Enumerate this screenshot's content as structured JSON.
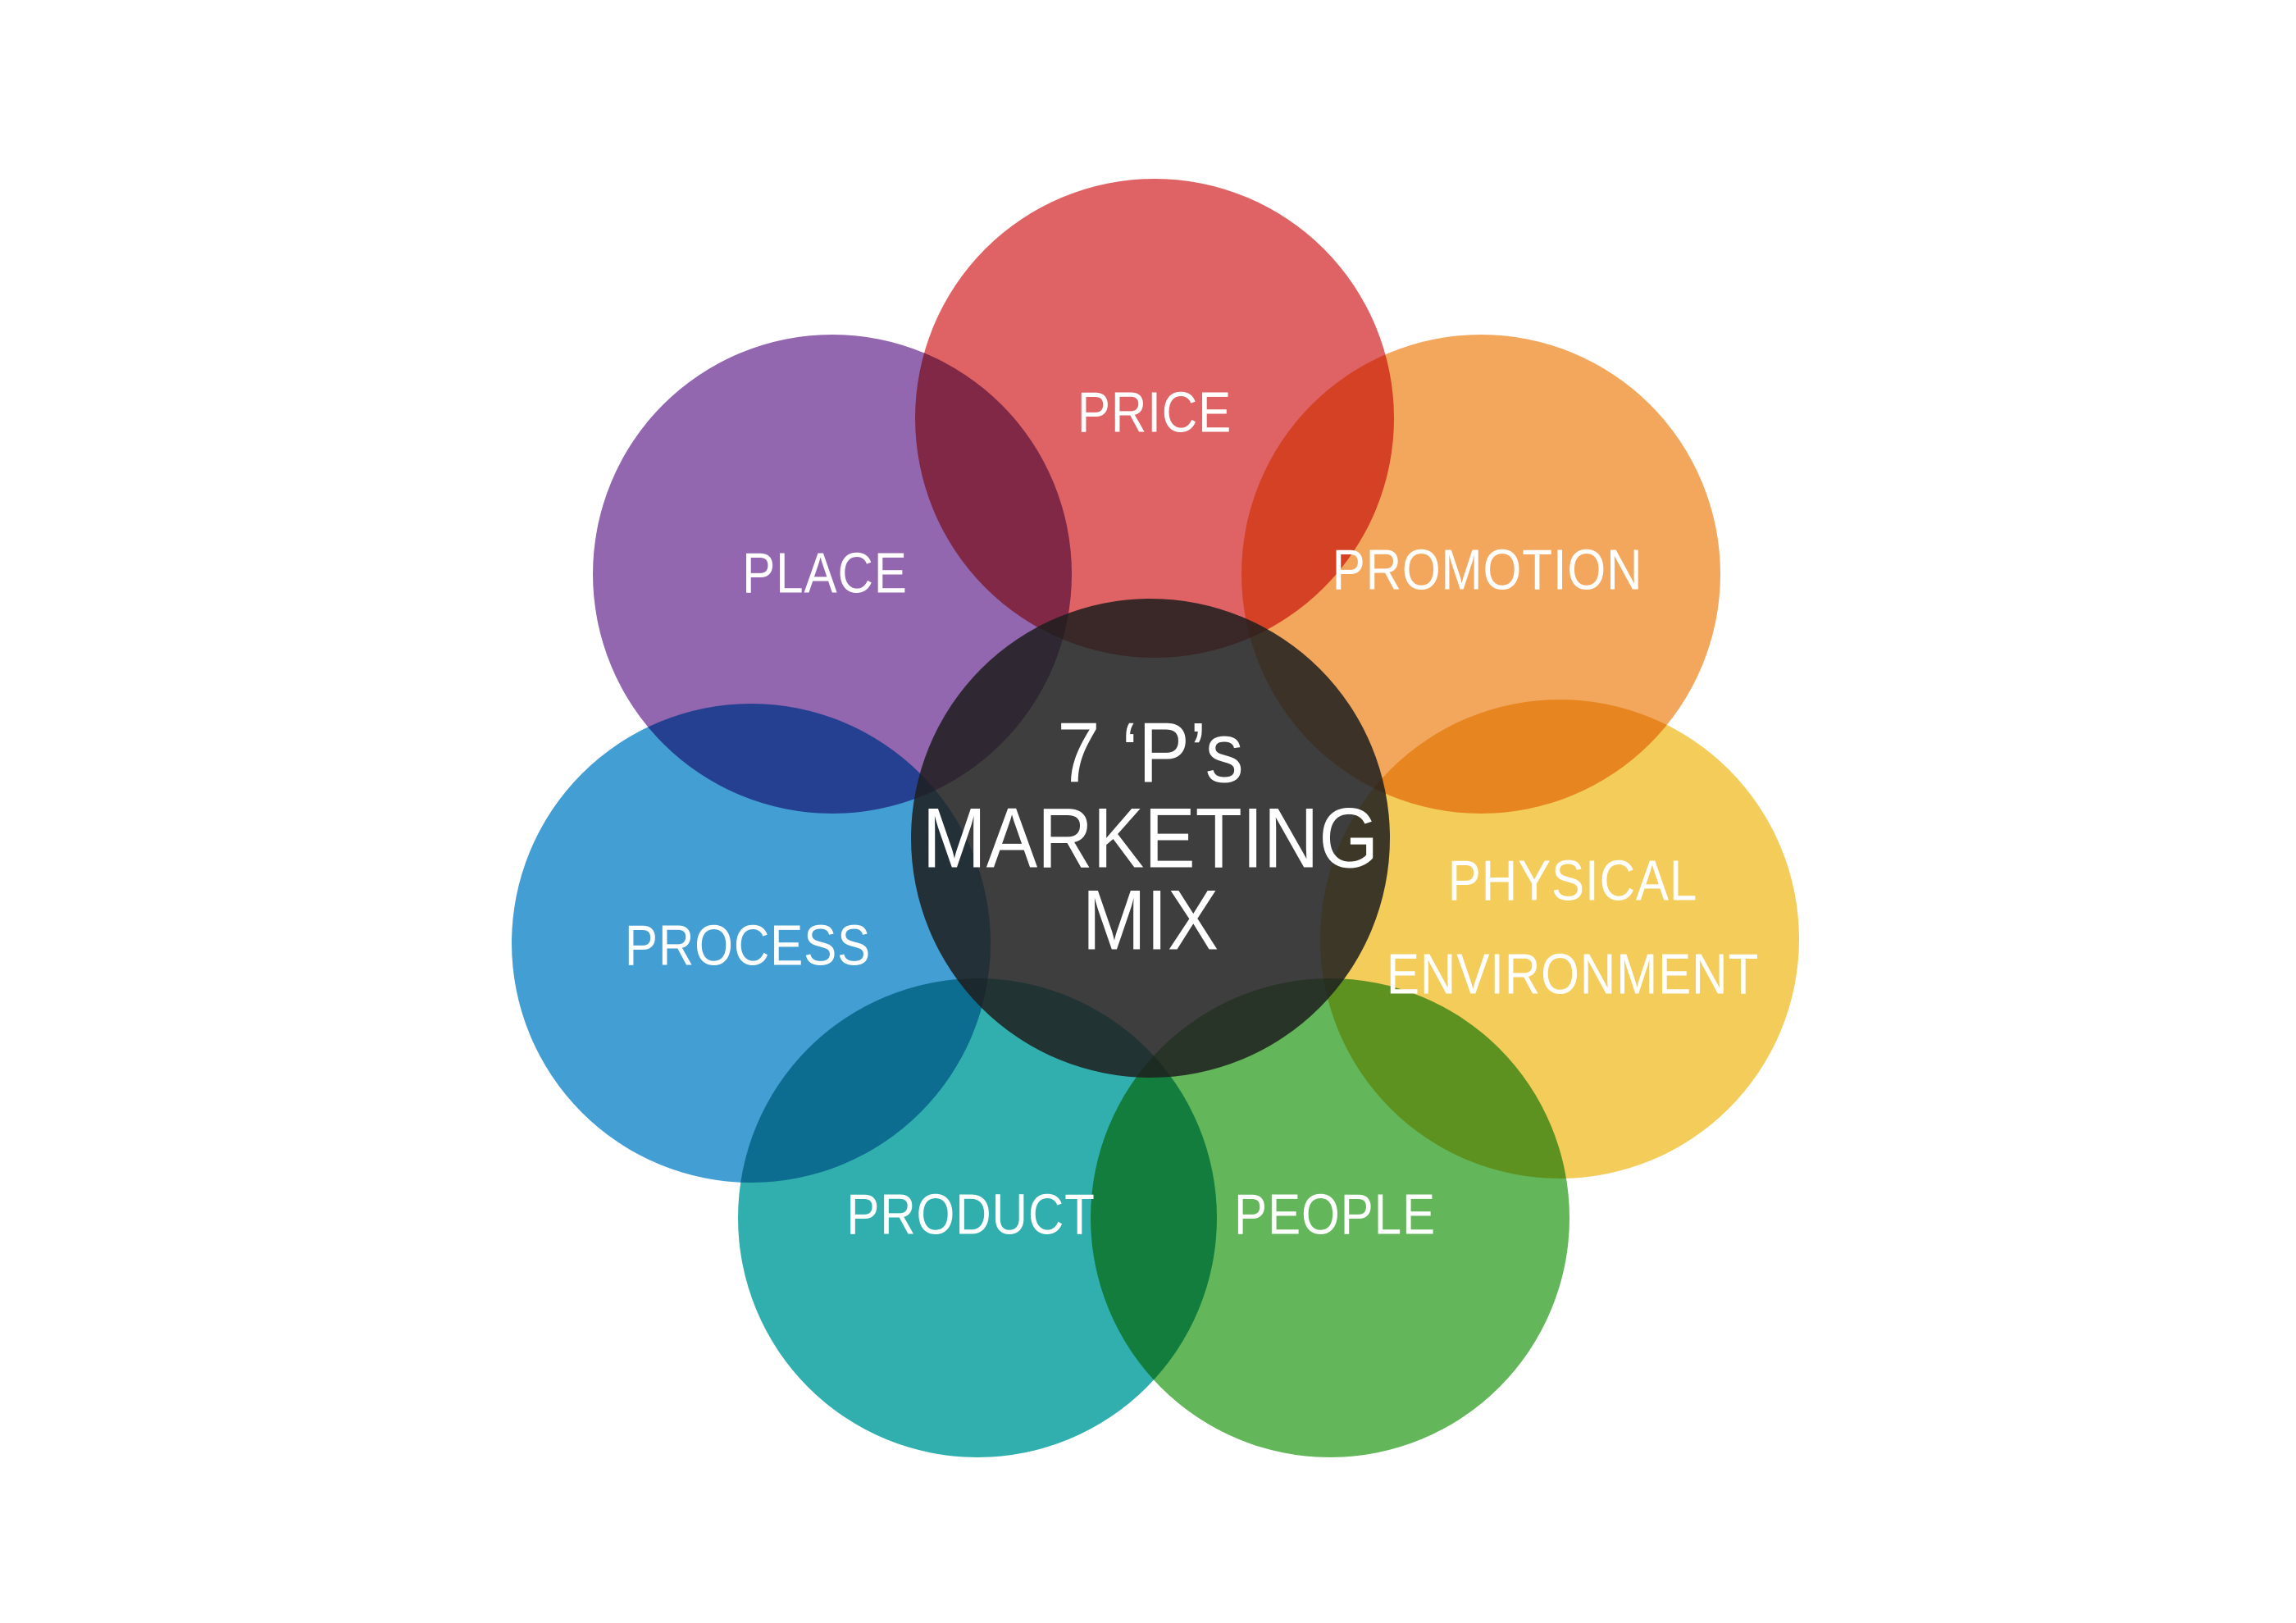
{
  "diagram": {
    "center": {
      "lines": [
        "7 ‘P’s",
        "MARKETING",
        "MIX"
      ],
      "color": "#1e1e1e"
    },
    "petals": [
      {
        "id": "price",
        "lines": [
          "PRICE"
        ],
        "color": "#dd5558"
      },
      {
        "id": "promotion",
        "lines": [
          "PROMOTION"
        ],
        "color": "#f2a04f"
      },
      {
        "id": "physical-environment",
        "lines": [
          "PHYSICAL",
          "ENVIRONMENT"
        ],
        "color": "#f2c84c"
      },
      {
        "id": "people",
        "lines": [
          "PEOPLE"
        ],
        "color": "#55b04c"
      },
      {
        "id": "product",
        "lines": [
          "PRODUCT"
        ],
        "color": "#1fa8a8"
      },
      {
        "id": "process",
        "lines": [
          "PROCESS"
        ],
        "color": "#3296cf"
      },
      {
        "id": "place",
        "lines": [
          "PLACE"
        ],
        "color": "#8a5aa8"
      }
    ]
  }
}
